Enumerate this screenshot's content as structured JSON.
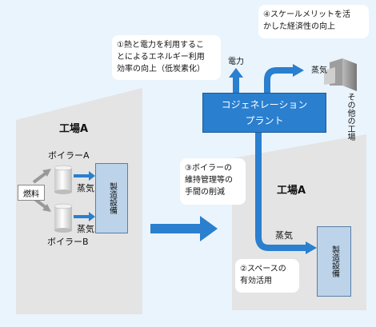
{
  "left_factory": {
    "title": "工場A",
    "boiler_a": "ボイラーA",
    "boiler_b": "ボイラーB",
    "fuel": "燃料",
    "steam_1": "蒸気",
    "steam_2": "蒸気",
    "equipment": "製造設備"
  },
  "right_factory": {
    "title": "工場A",
    "steam": "蒸気",
    "equipment": "製造設備"
  },
  "plant": {
    "line1": "コジェネレーション",
    "line2": "プラント",
    "power": "電力",
    "steam_out": "蒸気"
  },
  "other_factory": "その他の工場",
  "notes": {
    "note1": {
      "line1": "①熱と電力を利用するこ",
      "line2": "とによるエネルギー利用",
      "line3": "効率の向上（低炭素化）"
    },
    "note2": {
      "line1": "②スペースの",
      "line2": "有効活用"
    },
    "note3": {
      "line1": "③ボイラーの",
      "line2": "維持管理等の",
      "line3": "手間の削減"
    },
    "note4": {
      "line1": "④スケールメリットを活",
      "line2": "かした経済性の向上"
    }
  },
  "colors": {
    "accent": "#2a7fcf",
    "panel": "#e4e4e4",
    "arrow_gray": "#999999",
    "background": "#eaf4fc"
  }
}
